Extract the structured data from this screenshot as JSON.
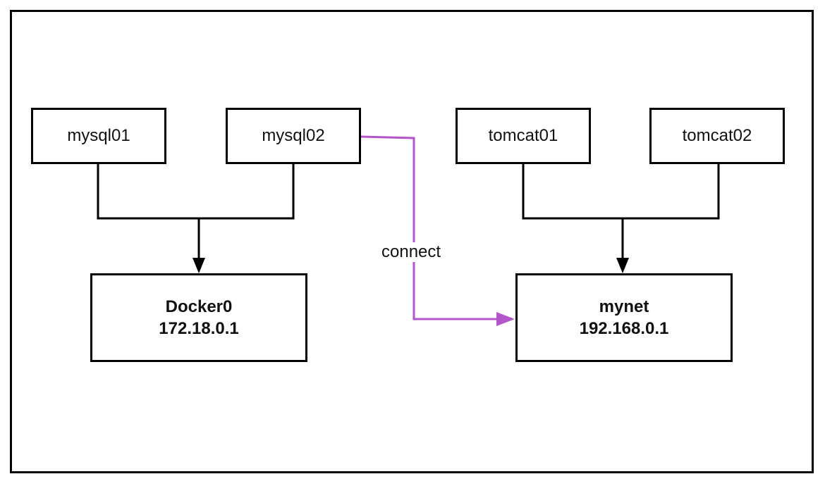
{
  "colors": {
    "stroke": "#000000",
    "connect_line": "#b455cc",
    "background": "#ffffff"
  },
  "containers": {
    "mysql01": "mysql01",
    "mysql02": "mysql02",
    "tomcat01": "tomcat01",
    "tomcat02": "tomcat02"
  },
  "networks": {
    "docker0": {
      "name": "Docker0",
      "ip": "172.18.0.1"
    },
    "mynet": {
      "name": "mynet",
      "ip": "192.168.0.1"
    }
  },
  "edges": {
    "connect_label": "connect"
  }
}
